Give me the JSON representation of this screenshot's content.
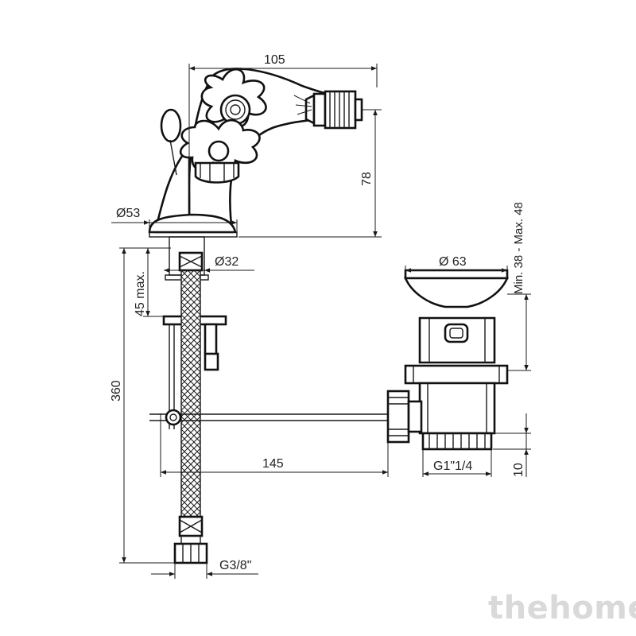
{
  "dimensions": {
    "width_105": "105",
    "height_78": "78",
    "dia_53": "Ø53",
    "dia_32": "Ø32",
    "max_45": "45 max.",
    "length_360": "360",
    "length_145": "145",
    "thread_g38": "G3/8\"",
    "dia_63": "Ø 63",
    "range_38_48": "Min. 38 - Max. 48",
    "thread_g114": "G1\"1/4",
    "height_10": "10"
  },
  "watermark": "thehome",
  "colors": {
    "line": "#1a1a1a",
    "background": "#ffffff",
    "watermark": "#d9d9d9"
  }
}
